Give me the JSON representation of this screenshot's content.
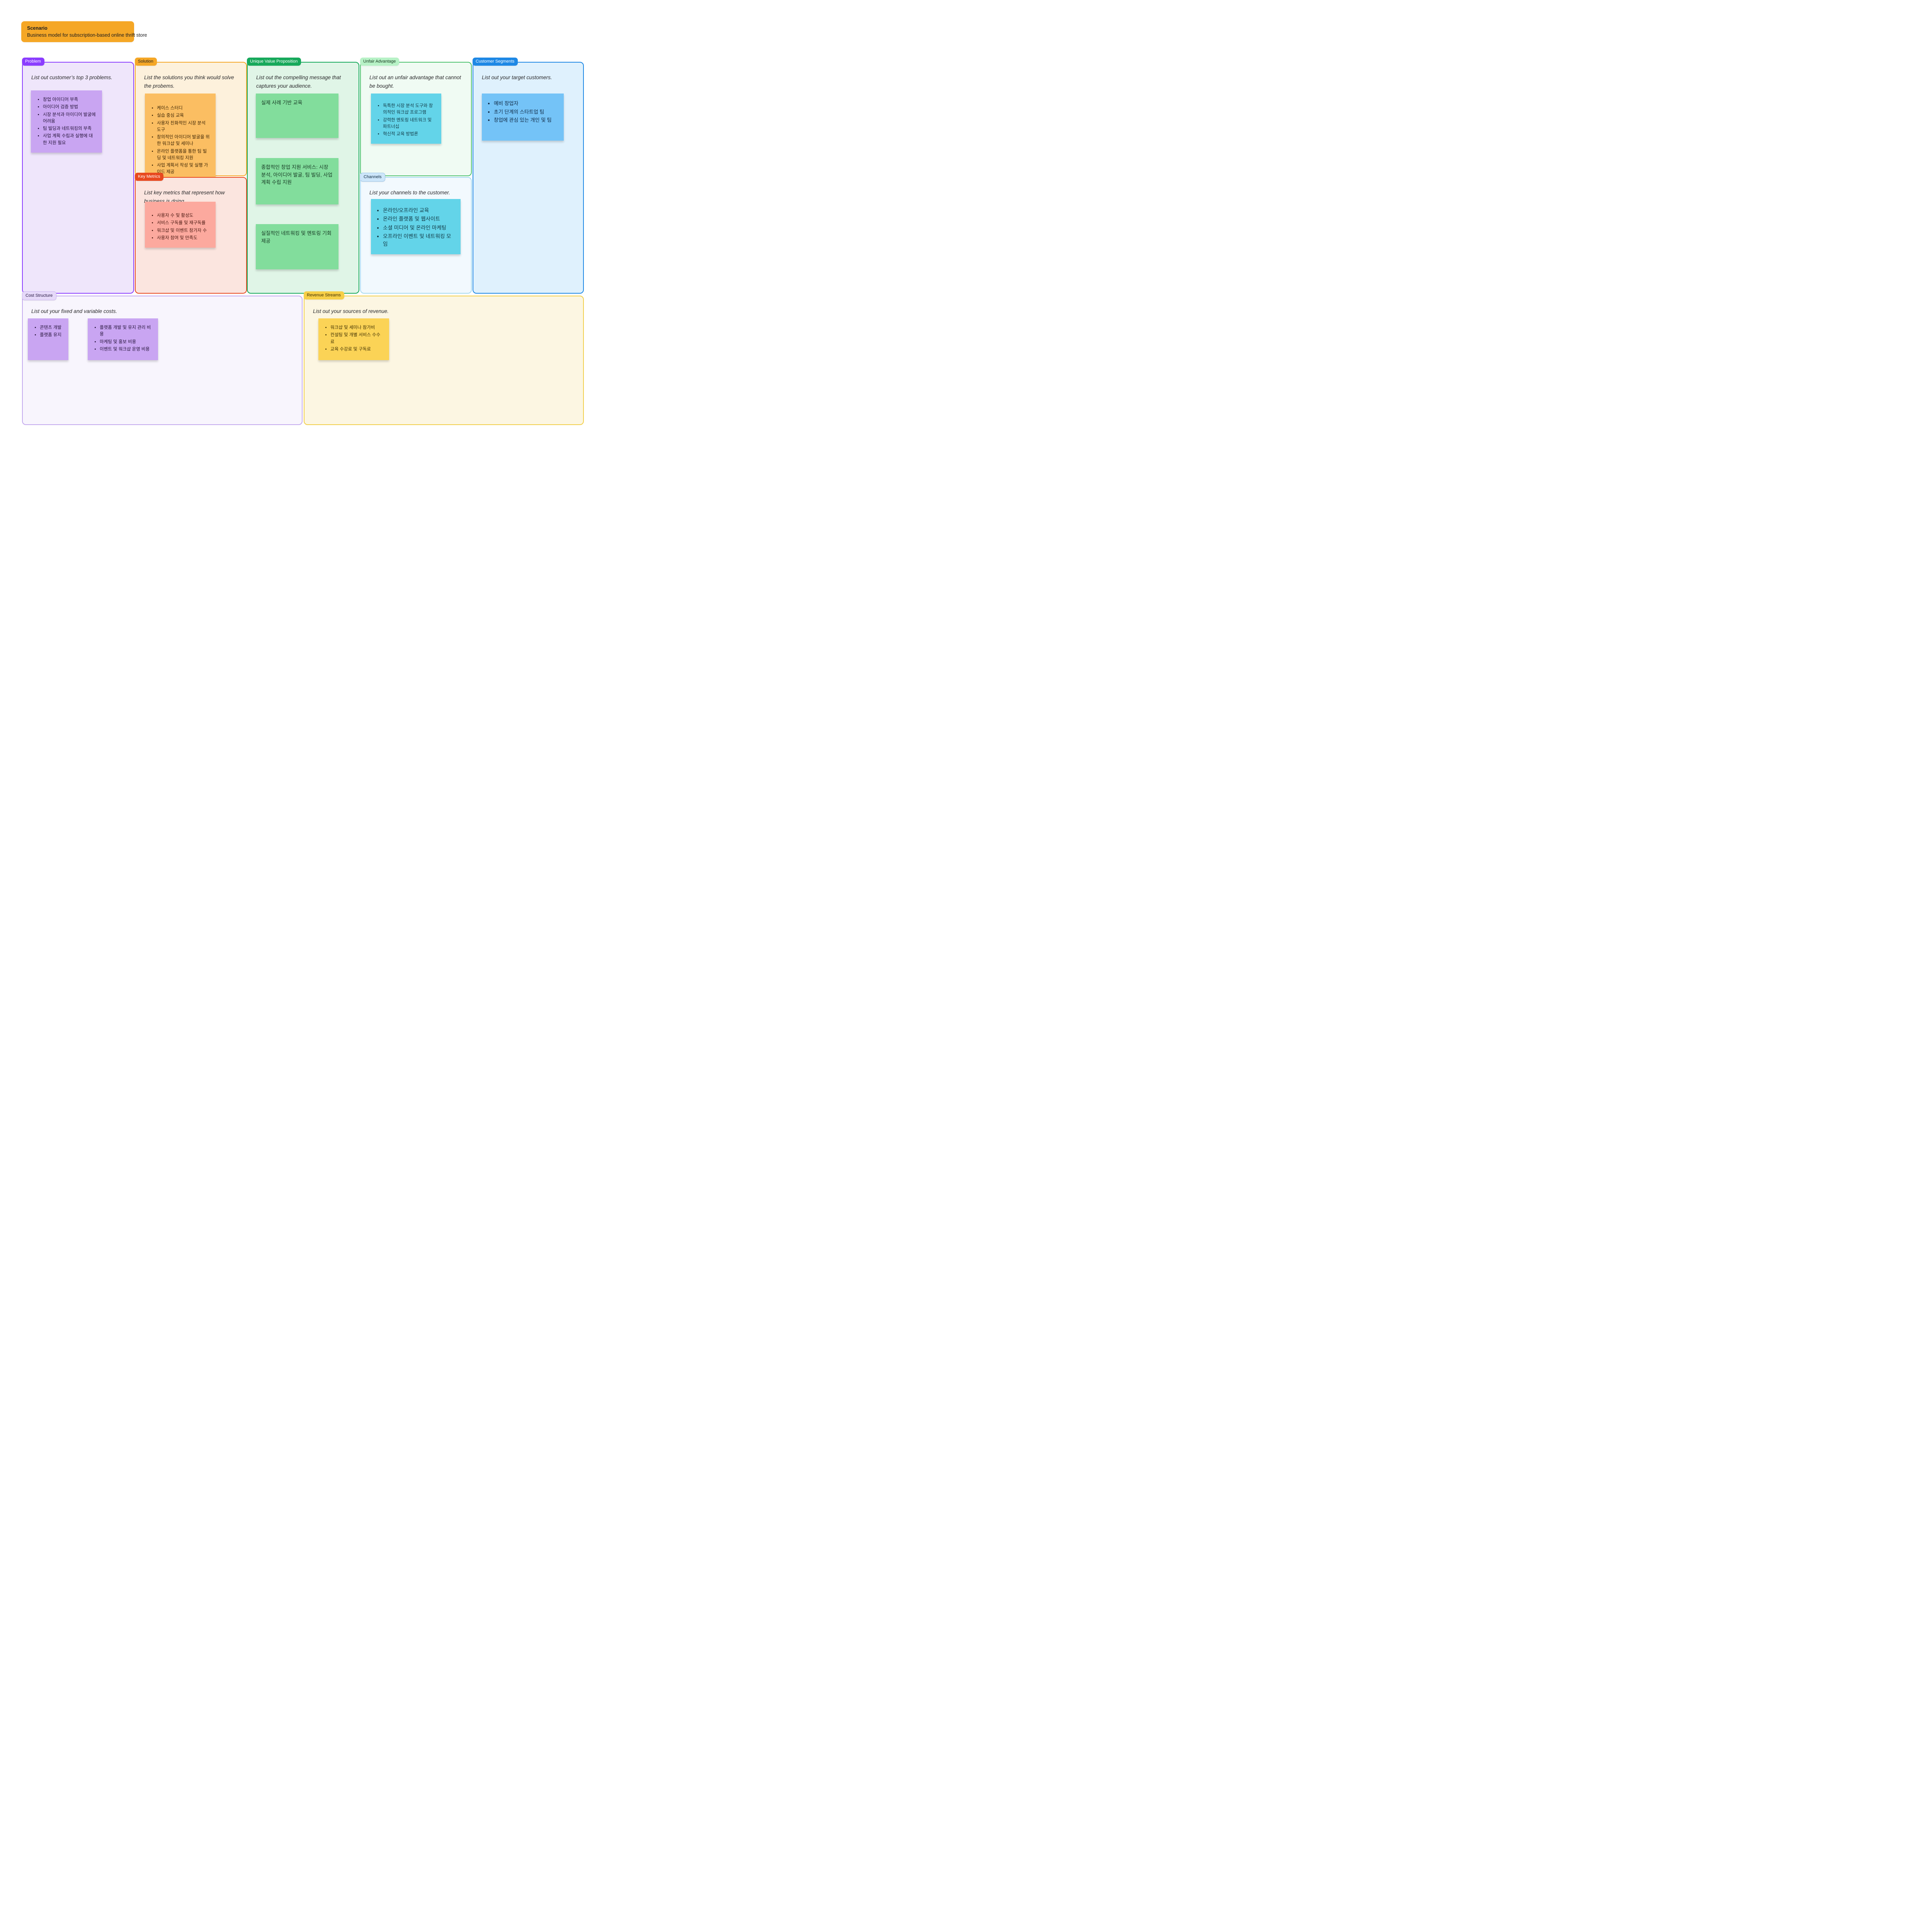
{
  "scenario": {
    "title": "Scenario",
    "description": "Business model for subscription-based online thrift store"
  },
  "sections": {
    "problem": {
      "badge": "Problem",
      "prompt": "List out customer’s top 3 problems.",
      "note_items": [
        "창업 아이디어 부족",
        "아이디어 검증 방법",
        "시장 분석과 아이디어 발굴에 어려움",
        "팀 빌딩과 네트워킹의 부족",
        "사업 계획 수립과 실행에 대한 지원 필요"
      ]
    },
    "solution": {
      "badge": "Solution",
      "prompt": "List the solutions you think would solve the probems.",
      "note_items": [
        "케이스 스터디",
        "실습 중심 교육",
        "사용자 친화적인 시장 분석 도구",
        "창의적인 아이디어 발굴을 위한 워크샵 및 세미나",
        "온라인 플랫폼을 통한 팀 빌딩 및 네트워킹 지원",
        "사업 계획서 작성 및 실행 가이드 제공"
      ]
    },
    "key_metrics": {
      "badge": "Key Metrics",
      "prompt": "List key metrics that represent how business is doing.",
      "note_items": [
        "사용자 수 및 활성도",
        "서비스 구독률 및 재구독률",
        "워크샵 및 이벤트 참가자 수",
        "사용자 참여 및 만족도"
      ]
    },
    "unique_value_proposition": {
      "badge": "Unique Value Proposition",
      "prompt": "List out the compelling message that captures your audience.",
      "notes": [
        "실제 사례 기반 교육",
        "종합적인 창업 지원 서비스: 시장 분석, 아이디어 발굴, 팀 빌딩, 사업 계획 수립 지원",
        "실질적인 네트워킹 및 멘토링 기회 제공"
      ]
    },
    "unfair_advantage": {
      "badge": "Unfair Advantage",
      "prompt": "List out an unfair advantage that cannot be bought.",
      "note_items": [
        "독특한 시장 분석 도구와 창의적인 워크샵 프로그램",
        "강력한 멘토링 네트워크 및 파트너십",
        "혁신적 교육 방법론"
      ]
    },
    "channels": {
      "badge": "Channels",
      "prompt": "List your channels to the customer.",
      "note_items": [
        "온라인/오프라인 교육",
        "온라인 플랫폼 및 웹사이트",
        "소셜 미디어 및 온라인 마케팅",
        "오프라인 이벤트 및 네트워킹 모임"
      ]
    },
    "customer_segments": {
      "badge": "Customer Segments",
      "prompt": "List out your target customers.",
      "note_items": [
        "예비 창업자",
        "초기 단계의 스타트업 팀",
        "창업에 관심 있는 개인 및 팀"
      ]
    },
    "cost_structure": {
      "badge": "Cost Structure",
      "prompt": "List out your fixed and variable costs.",
      "note1_items": [
        "콘텐츠 개발",
        "플랫폼 유지"
      ],
      "note2_items": [
        "플랫폼 개발 및 유지 관리 비용",
        "마케팅 및 홍보 비용",
        "이벤트 및 워크샵 운영 비용"
      ]
    },
    "revenue_streams": {
      "badge": "Revenue Streams",
      "prompt": "List out your sources of revenue.",
      "note_items": [
        "워크샵 및 세미나 참가비",
        "컨설팅 및 개별 서비스 수수료",
        "교육 수강료 및 구독료"
      ]
    }
  },
  "colors": {
    "problem_accent": "#8B3DFF",
    "solution_accent": "#F5A726",
    "key_metrics_accent": "#E8491F",
    "unique_value_proposition_accent": "#17A95B",
    "unfair_advantage_accent": "#B7F2C6",
    "channels_accent": "#CDE6FA",
    "customer_segments_accent": "#1E88E5",
    "cost_structure_accent": "#E6D9F9",
    "revenue_streams_accent": "#F7CF47",
    "scenario_background": "#F5A726",
    "sticky_purple": "#C9A5F2",
    "sticky_orange": "#FBBE62",
    "sticky_salmon": "#FCA99E",
    "sticky_green": "#82DD9C",
    "sticky_cyan": "#63D4E9",
    "sticky_blue": "#74C3F7",
    "sticky_yellow": "#FBD356"
  }
}
